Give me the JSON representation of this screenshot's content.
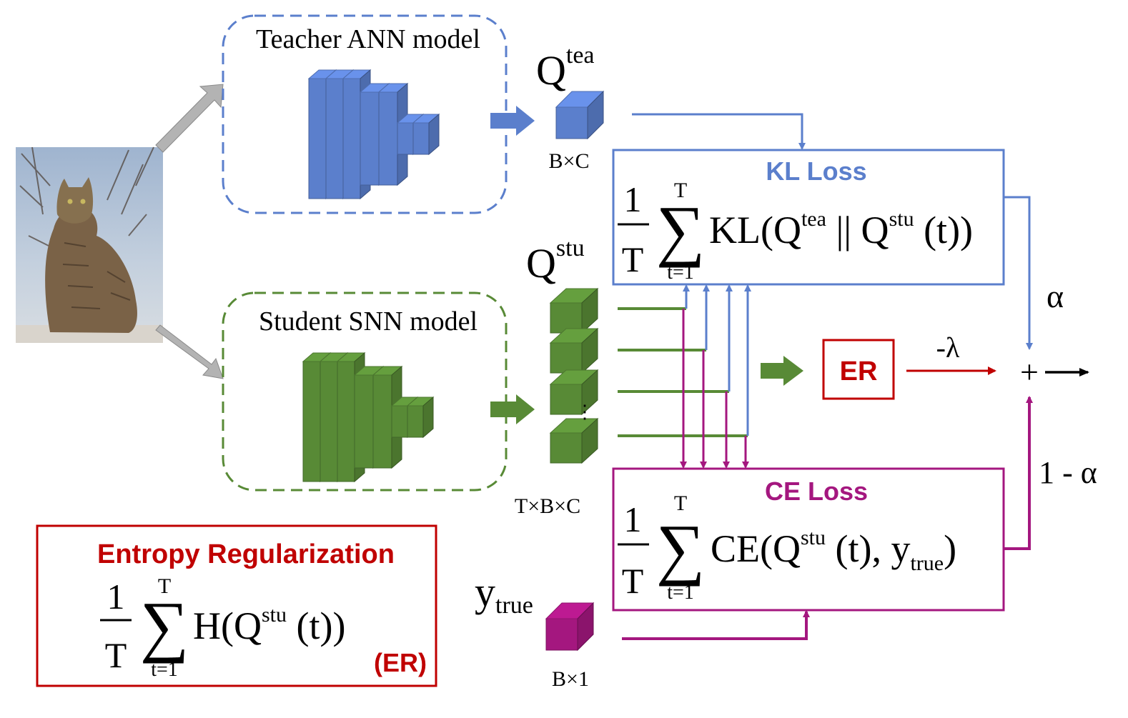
{
  "colors": {
    "teacher_blue": "#5b7fcc",
    "student_green": "#588a36",
    "ce_magenta": "#a4177f",
    "er_red": "#c00000",
    "kl_title": "#5b7fcc",
    "ce_title": "#a4177f",
    "arrow_gray": "#b3b3b3"
  },
  "teacher": {
    "label": "Teacher ANN model"
  },
  "student": {
    "label": "Student SNN model"
  },
  "q_tea": {
    "base": "Q",
    "sup": "tea",
    "shape": "B×C"
  },
  "q_stu": {
    "base": "Q",
    "sup": "stu",
    "shape": "T×B×C"
  },
  "y_true": {
    "base": "y",
    "sub": "true",
    "shape": "B×1"
  },
  "kl_box": {
    "title": "KL Loss",
    "frac_num": "1",
    "frac_den": "T",
    "sum_upper": "T",
    "sum_lower": "t=1",
    "expr_prefix": "KL(Q",
    "sup1": "tea",
    "expr_mid": " || Q",
    "sup2": "stu",
    "expr_suffix": " (t))"
  },
  "ce_box": {
    "title": "CE Loss",
    "frac_num": "1",
    "frac_den": "T",
    "sum_upper": "T",
    "sum_lower": "t=1",
    "expr_prefix": "CE(Q",
    "sup1": "stu",
    "expr_mid": " (t), y",
    "sub1": "true",
    "expr_suffix": ")"
  },
  "er_box": {
    "label": "ER"
  },
  "er_panel": {
    "title": "Entropy Regularization",
    "frac_num": "1",
    "frac_den": "T",
    "sum_upper": "T",
    "sum_lower": "t=1",
    "expr_prefix": "H(Q",
    "sup1": "stu",
    "expr_suffix": " (t))",
    "tag": "(ER)"
  },
  "weights": {
    "alpha": "α",
    "neg_lambda": "-λ",
    "one_minus_alpha": "1 - α",
    "plus": "+"
  }
}
